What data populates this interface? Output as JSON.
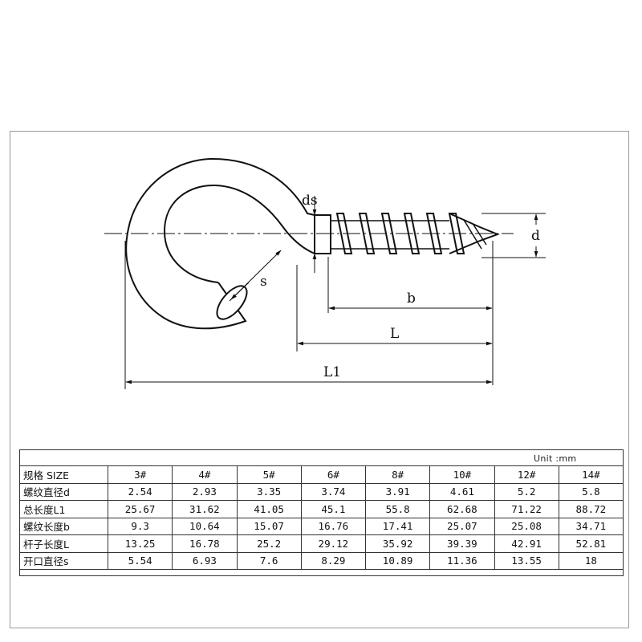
{
  "diagram": {
    "labels": {
      "ds": "ds",
      "d": "d",
      "s": "s",
      "b": "b",
      "L": "L",
      "L1": "L1"
    }
  },
  "table": {
    "unit": "Unit :mm",
    "header_label": "规格 SIZE",
    "sizes": [
      "3#",
      "4#",
      "5#",
      "6#",
      "8#",
      "10#",
      "12#",
      "14#"
    ],
    "rows": [
      {
        "label": "螺纹直径d",
        "values": [
          "2.54",
          "2.93",
          "3.35",
          "3.74",
          "3.91",
          "4.61",
          "5.2",
          "5.8"
        ]
      },
      {
        "label": "总长度L1",
        "values": [
          "25.67",
          "31.62",
          "41.05",
          "45.1",
          "55.8",
          "62.68",
          "71.22",
          "88.72"
        ]
      },
      {
        "label": "螺纹长度b",
        "values": [
          "9.3",
          "10.64",
          "15.07",
          "16.76",
          "17.41",
          "25.07",
          "25.08",
          "34.71"
        ]
      },
      {
        "label": "杆子长度L",
        "values": [
          "13.25",
          "16.78",
          "25.2",
          "29.12",
          "35.92",
          "39.39",
          "42.91",
          "52.81"
        ]
      },
      {
        "label": "开口直径s",
        "values": [
          "5.54",
          "6.93",
          "7.6",
          "8.29",
          "10.89",
          "11.36",
          "13.55",
          "18"
        ]
      }
    ]
  }
}
